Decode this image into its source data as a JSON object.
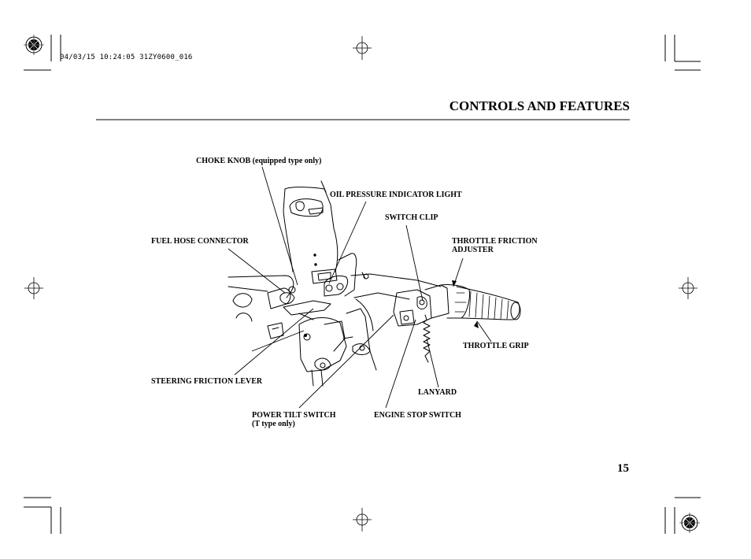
{
  "print_stamp": "04/03/15 10:24:05 31ZY0600_016",
  "header": {
    "title": "CONTROLS AND FEATURES"
  },
  "page_number": "15",
  "callouts": {
    "choke_knob": "CHOKE KNOB (equipped type only)",
    "oil_pressure": "OIL PRESSURE INDICATOR LIGHT",
    "switch_clip": "SWITCH CLIP",
    "throttle_friction_line1": "THROTTLE FRICTION",
    "throttle_friction_line2": "ADJUSTER",
    "fuel_hose": "FUEL HOSE CONNECTOR",
    "throttle_grip": "THROTTLE GRIP",
    "steering_friction": "STEERING FRICTION LEVER",
    "lanyard": "LANYARD",
    "power_tilt_line1": "POWER TILT SWITCH",
    "power_tilt_line2": "(T type only)",
    "engine_stop": "ENGINE STOP SWITCH"
  }
}
